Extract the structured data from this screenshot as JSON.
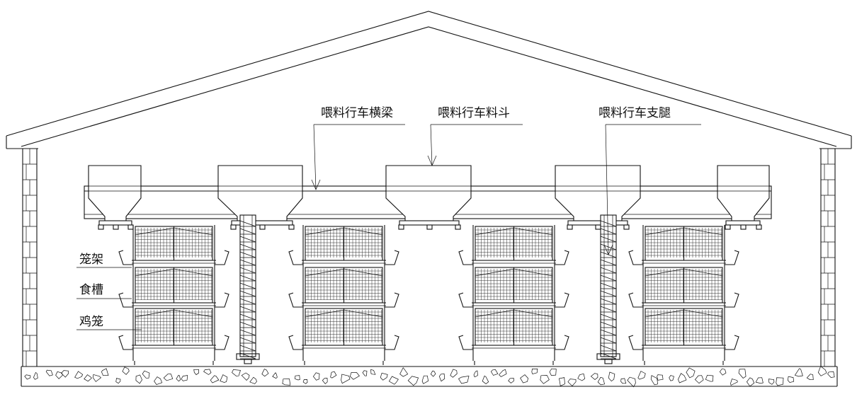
{
  "labels": {
    "beam": "喂料行车横梁",
    "hopper": "喂料行车料斗",
    "leg": "喂料行车支腿",
    "rack": "笼架",
    "trough": "食槽",
    "cage": "鸡笼"
  },
  "cage_units": 4,
  "tiers_per_unit": 3,
  "hoppers": 5
}
